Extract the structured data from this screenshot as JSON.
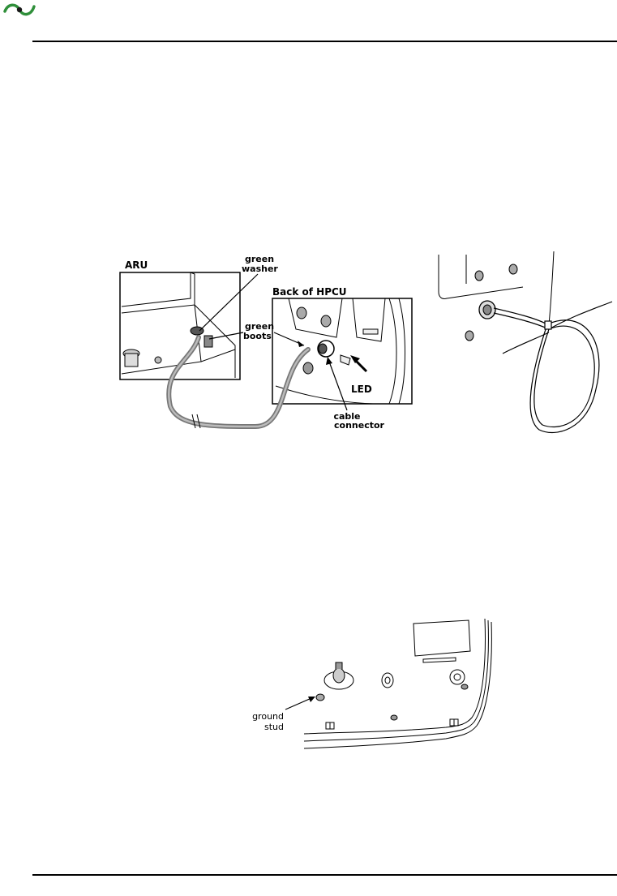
{
  "figure_1": {
    "aru_title": "ARU",
    "hpcu_title": "Back of HPCU",
    "callouts": {
      "green_washer": [
        "green",
        "washer"
      ],
      "green_boots": [
        "green",
        "boots"
      ],
      "led": "LED",
      "cable_connector": [
        "cable",
        "connector"
      ]
    }
  },
  "figure_3": {
    "callout_ground_stud": [
      "ground",
      "stud"
    ]
  },
  "colors": {
    "logo_green": "#2f8f3a",
    "line": "#000000"
  }
}
